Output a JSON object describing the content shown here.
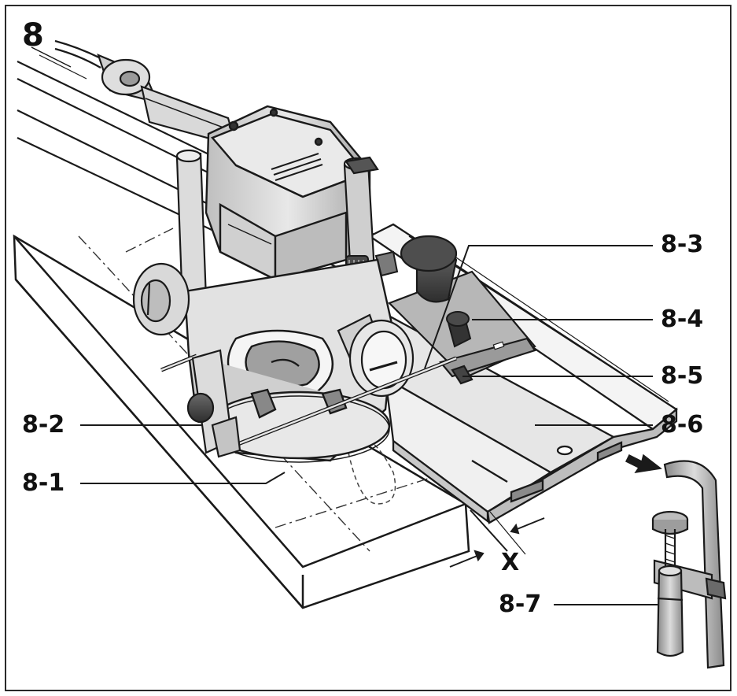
{
  "figure": {
    "number": "8",
    "callouts": {
      "c1": "8-1",
      "c2": "8-2",
      "c3": "8-3",
      "c4": "8-4",
      "c5": "8-5",
      "c6": "8-6",
      "c7": "8-7"
    },
    "dimension_label": "X",
    "colors": {
      "line": "#1a1a1a",
      "shade_dark": "#5a5a5a",
      "shade_mid": "#9a9a9a",
      "shade_light": "#d4d4d4"
    }
  }
}
